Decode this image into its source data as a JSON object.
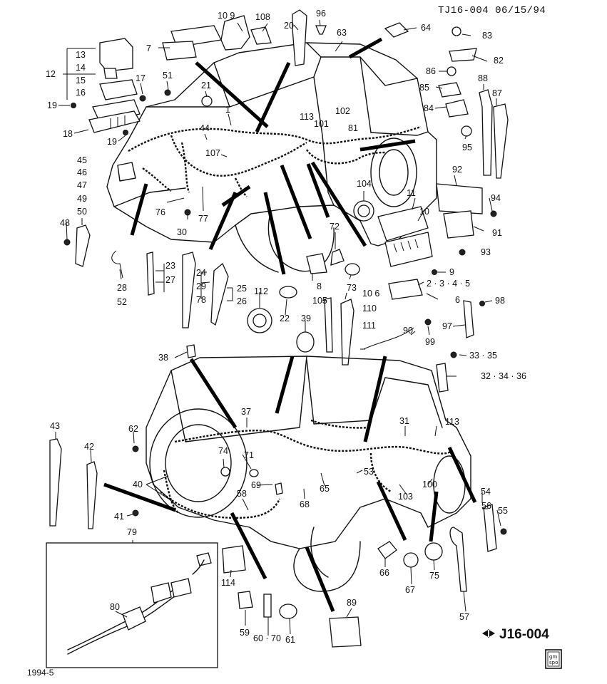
{
  "header": {
    "drawing_id": "TJ16-004  06/15/94"
  },
  "figure_code": "J16-004",
  "footer": {
    "date_code": "1994-5"
  },
  "logo": {
    "lines": [
      "gm",
      "spo"
    ]
  },
  "callouts": {
    "c109": "10 9",
    "c108": "108",
    "c96": "96",
    "c20": "20",
    "c63": "63",
    "c64": "64",
    "c83": "83",
    "c82": "82",
    "c7": "7",
    "c13": "13",
    "c14": "14",
    "c15": "15",
    "c16": "16",
    "c12": "12",
    "c19a": "19",
    "c18": "18",
    "c19b": "19",
    "c51": "51",
    "c17": "17",
    "c21": "21",
    "c1": "1",
    "c44": "44",
    "c107": "107",
    "c113a": "113",
    "c101": "101",
    "c102": "102",
    "c81": "81",
    "c86": "86",
    "c85": "85",
    "c84": "84",
    "c88": "88",
    "c87": "87",
    "c95": "95",
    "c45": "45",
    "c46": "46",
    "c47": "47",
    "c49": "49",
    "c50": "50",
    "c48": "48",
    "c76": "76",
    "c30": "30",
    "c77": "77",
    "c104": "104",
    "c11": "11",
    "c10": "10",
    "c92": "92",
    "c94": "94",
    "c91": "91",
    "c93": "93",
    "c72": "72",
    "c9": "9",
    "c2345": "2 · 3 · 4 · 5",
    "c6": "6",
    "c8": "8",
    "c73": "73",
    "c28": "28",
    "c52": "52",
    "c23": "23",
    "c27": "27",
    "c24": "24",
    "c29": "29",
    "c78": "78",
    "c25": "25",
    "c26": "26",
    "c112": "112",
    "c22": "22",
    "c105": "105",
    "c106": "10 6",
    "c110": "110",
    "c111": "111",
    "c98": "98",
    "c97": "97",
    "c99": "99",
    "c90": "90",
    "c39": "39",
    "c38": "38",
    "c33": "33 · 35",
    "c32": "32 · 34 · 36",
    "c37": "37",
    "c31": "31",
    "c113b": "113",
    "c43": "43",
    "c42": "42",
    "c62": "62",
    "c74": "74",
    "c71": "71",
    "c40": "40",
    "c69": "69",
    "c58": "58",
    "c65": "65",
    "c53": "53",
    "c103": "103",
    "c100": "100",
    "c54": "54",
    "c56": "56",
    "c55": "55",
    "c41": "41",
    "c79": "79",
    "c68": "68",
    "c114": "114",
    "c80": "80",
    "c66": "66",
    "c67": "67",
    "c75": "75",
    "c89": "89",
    "c57": "57",
    "c59": "59",
    "c6070": "60 · 70",
    "c61": "61"
  }
}
